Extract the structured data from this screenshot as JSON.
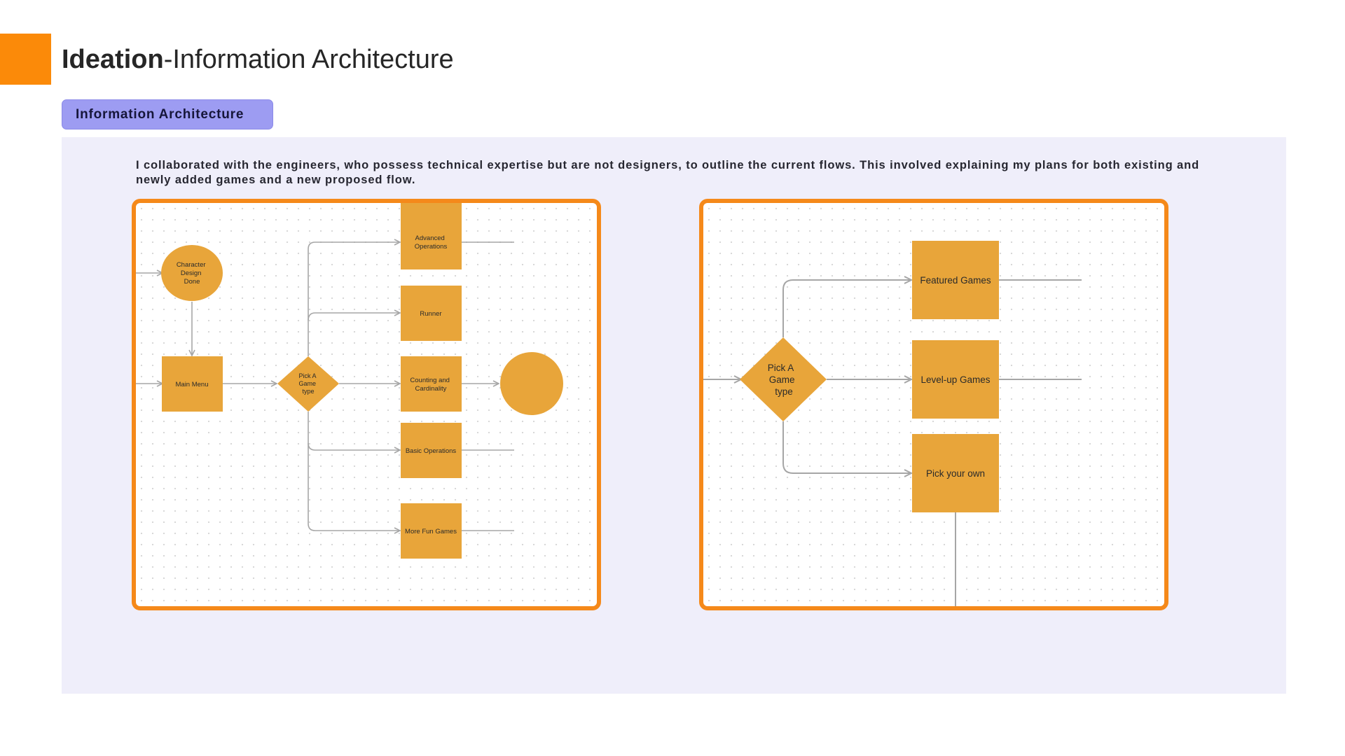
{
  "header": {
    "title_bold": "Ideation",
    "title_rest": "-Information Architecture"
  },
  "section": {
    "badge_label": "Information Architecture",
    "description": "I collaborated with the engineers, who possess technical expertise but are not designers, to outline the current flows. This involved explaining my plans for both existing and newly added games and a new proposed flow."
  },
  "colors": {
    "accent": "#fb8a09",
    "badge": "#9d9cf2",
    "panel_bg": "#efeefa",
    "node_fill": "#e8a53a",
    "frame_border": "#f5891a",
    "connector": "#a6a6a6"
  },
  "current_flow": {
    "nodes": {
      "character_design": [
        "Character",
        "Design",
        "Done"
      ],
      "main_menu": "Main Menu",
      "pick_game_type": [
        "Pick A",
        "Game",
        "type"
      ],
      "advanced_operations": [
        "Advanced",
        "Operations"
      ],
      "runner": "Runner",
      "counting": [
        "Counting and",
        "Cardinality"
      ],
      "basic_operations": "Basic Operations",
      "more_fun_games": "More Fun Games"
    }
  },
  "proposed_flow": {
    "nodes": {
      "pick_game_type": [
        "Pick A",
        "Game",
        "type"
      ],
      "featured_games": "Featured Games",
      "levelup_games": "Level-up Games",
      "pick_your_own": "Pick your own"
    }
  }
}
